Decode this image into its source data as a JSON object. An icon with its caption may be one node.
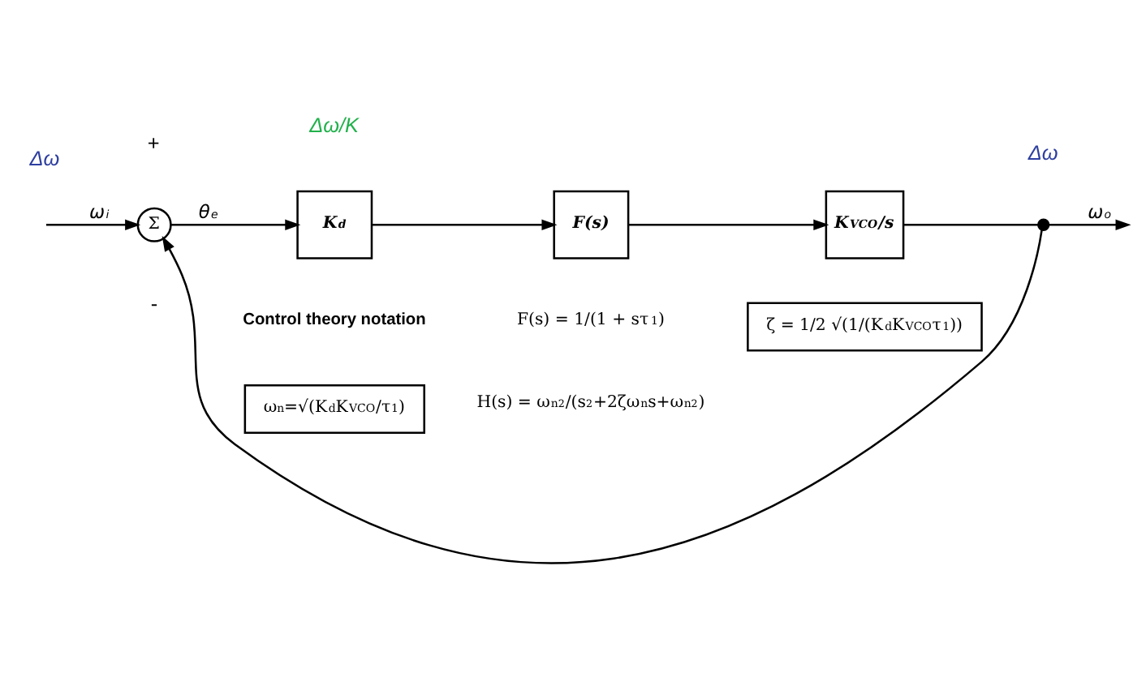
{
  "diagram": {
    "nodes": [
      {
        "text": [
          "Σ"
        ]
      },
      {
        "text": [
          "K$_{d}$"
        ]
      },
      {
        "text": [
          "F(s)"
        ]
      },
      {
        "text": [
          "K$_{VCO}$/s"
        ]
      },
      {
        "text": [],
        "shape": "circle"
      },
      {
        "text": [
          "ω$_{n}$=√(K$_{d}$K$_{VCO}$/τ$_{1}$)"
        ]
      },
      {
        "text": [
          "ζ = 1/2 √(1/(K$_{d}$K$_{VCO}$τ$_{1}$))"
        ]
      }
    ],
    "edges": [
      {
        "from": null,
        "to": 0,
        "arrow": "to",
        "label": "ω$_{i}$"
      },
      {
        "from": 0,
        "to": 1,
        "arrow": "to",
        "label": "θ$_{e}$"
      },
      {
        "from": 1,
        "to": 2,
        "arrow": "to"
      },
      {
        "from": 2,
        "to": 3,
        "arrow": "to"
      },
      {
        "from": 3,
        "to": 4,
        "arrow": "none"
      },
      {
        "from": 4,
        "to": null,
        "arrow": "to",
        "label": "ω$_{o}$"
      },
      {
        "from": 4,
        "to": 0,
        "arrow": "to"
      }
    ],
    "labels": [
      "Δω",
      "Δω/K",
      "Δω",
      "+",
      "-",
      "F(s) = 1/(1 + sτ$_{1}$)",
      "Control theory notation",
      "H(s) = ω$_{n}$$^{2}$/(s$^{2}$+2ζω$_{n}$s+ω$_{n}$$^{2}$)"
    ]
  }
}
